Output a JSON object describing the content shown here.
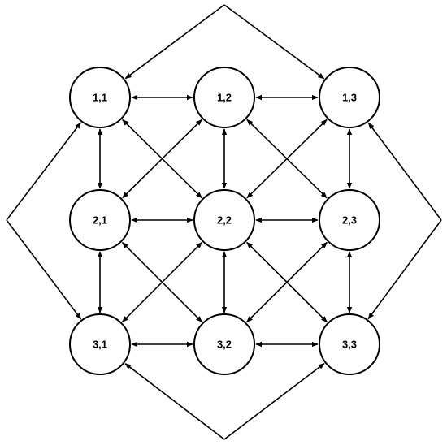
{
  "colors": {
    "stroke": "#000000",
    "fill": "#ffffff"
  },
  "nodes": [
    {
      "id": "n11",
      "label": "1,1"
    },
    {
      "id": "n12",
      "label": "1,2"
    },
    {
      "id": "n13",
      "label": "1,3"
    },
    {
      "id": "n21",
      "label": "2,1"
    },
    {
      "id": "n22",
      "label": "2,2"
    },
    {
      "id": "n23",
      "label": "2,3"
    },
    {
      "id": "n31",
      "label": "3,1"
    },
    {
      "id": "n32",
      "label": "3,2"
    },
    {
      "id": "n33",
      "label": "3,3"
    }
  ],
  "edges": [
    [
      "n11",
      "n12"
    ],
    [
      "n12",
      "n13"
    ],
    [
      "n21",
      "n22"
    ],
    [
      "n22",
      "n23"
    ],
    [
      "n31",
      "n32"
    ],
    [
      "n32",
      "n33"
    ],
    [
      "n11",
      "n21"
    ],
    [
      "n21",
      "n31"
    ],
    [
      "n12",
      "n22"
    ],
    [
      "n22",
      "n32"
    ],
    [
      "n13",
      "n23"
    ],
    [
      "n23",
      "n33"
    ],
    [
      "n11",
      "n22"
    ],
    [
      "n12",
      "n21"
    ],
    [
      "n12",
      "n23"
    ],
    [
      "n13",
      "n22"
    ],
    [
      "n21",
      "n32"
    ],
    [
      "n22",
      "n31"
    ],
    [
      "n22",
      "n33"
    ],
    [
      "n23",
      "n32"
    ]
  ],
  "outer_edges": [
    [
      "top-vertex",
      "n11"
    ],
    [
      "top-vertex",
      "n13"
    ],
    [
      "left-vertex",
      "n11"
    ],
    [
      "left-vertex",
      "n31"
    ],
    [
      "right-vertex",
      "n13"
    ],
    [
      "right-vertex",
      "n33"
    ],
    [
      "bottom-vertex",
      "n31"
    ],
    [
      "bottom-vertex",
      "n33"
    ]
  ]
}
